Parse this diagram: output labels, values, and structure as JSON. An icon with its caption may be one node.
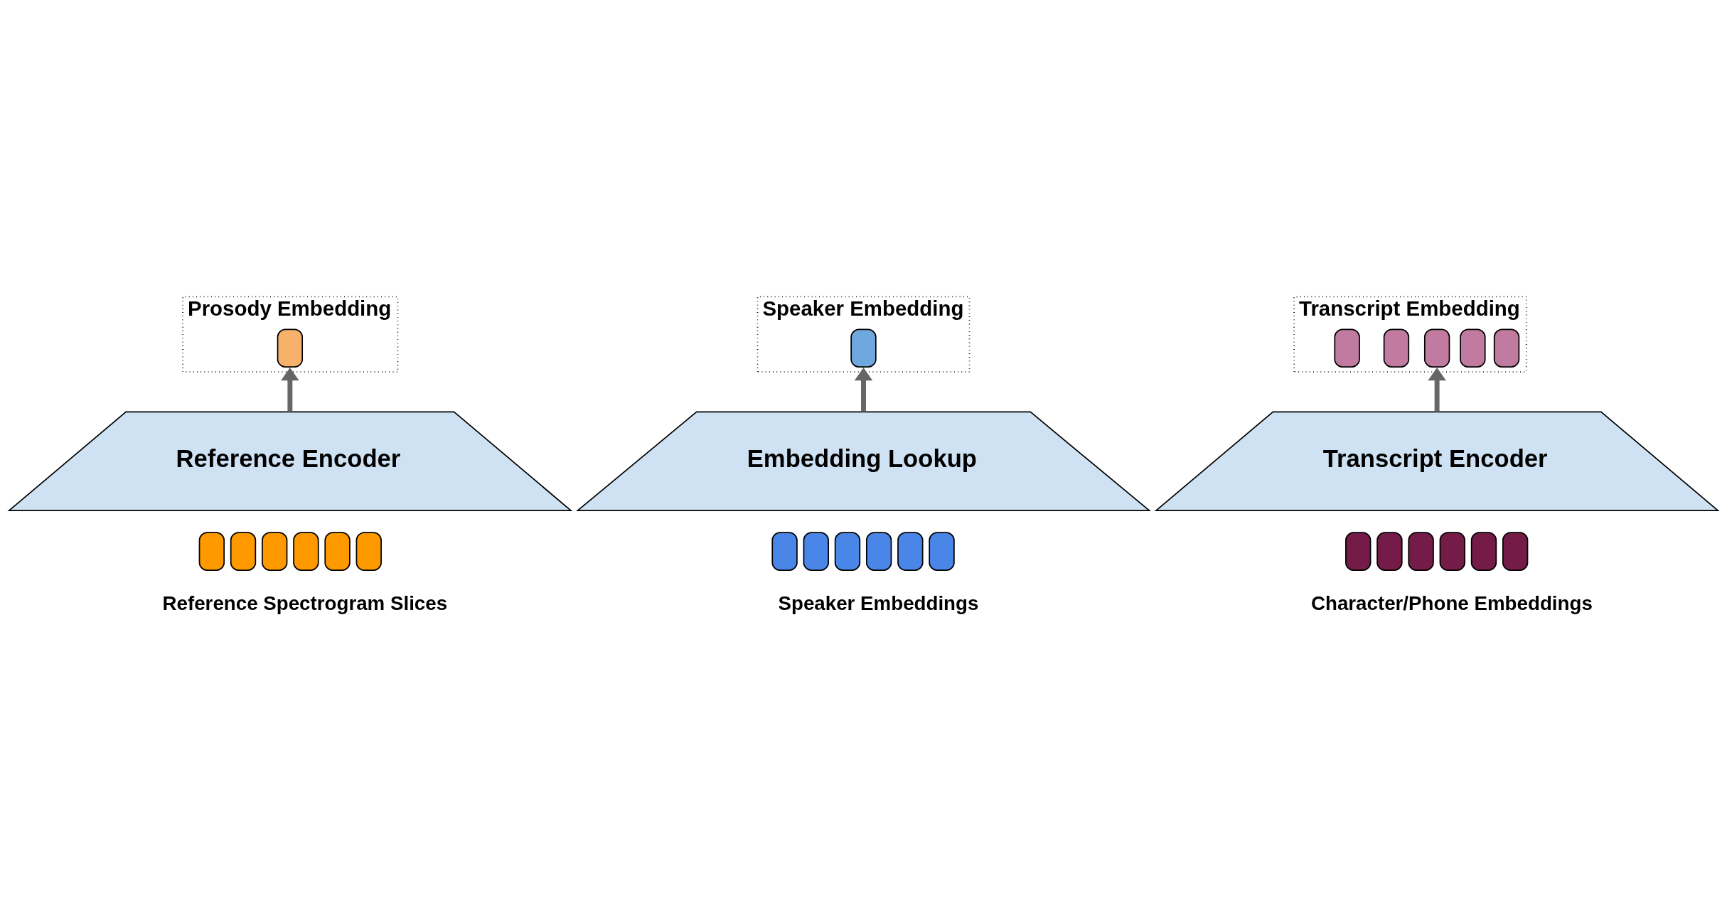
{
  "diagram": {
    "nodes": [
      {
        "text": [
          "Prosody Embedding"
        ]
      },
      {
        "text": [],
        "shape": "box",
        "in": 0
      },
      {
        "text": [
          "Reference Encoder"
        ]
      },
      {
        "text": [],
        "shape": "box"
      },
      {
        "text": [],
        "shape": "box"
      },
      {
        "text": [],
        "shape": "box"
      },
      {
        "text": [],
        "shape": "box"
      },
      {
        "text": [],
        "shape": "box"
      },
      {
        "text": [],
        "shape": "box"
      },
      {
        "text": [
          "Speaker Embedding"
        ]
      },
      {
        "text": [],
        "shape": "box",
        "in": 9
      },
      {
        "text": [
          "Embedding Lookup"
        ]
      },
      {
        "text": [],
        "shape": "box"
      },
      {
        "text": [],
        "shape": "box"
      },
      {
        "text": [],
        "shape": "box"
      },
      {
        "text": [],
        "shape": "box"
      },
      {
        "text": [],
        "shape": "box"
      },
      {
        "text": [],
        "shape": "box"
      },
      {
        "text": [
          "Transcript Embedding"
        ]
      },
      {
        "text": [],
        "shape": "box",
        "in": 18
      },
      {
        "text": [],
        "shape": "box",
        "in": 18
      },
      {
        "text": [],
        "shape": "box",
        "in": 18
      },
      {
        "text": [],
        "shape": "box",
        "in": 18
      },
      {
        "text": [],
        "shape": "box",
        "in": 18
      },
      {
        "text": [
          "Transcript Encoder"
        ]
      },
      {
        "text": [],
        "shape": "box"
      },
      {
        "text": [],
        "shape": "box"
      },
      {
        "text": [],
        "shape": "box"
      },
      {
        "text": [],
        "shape": "box"
      },
      {
        "text": [],
        "shape": "box"
      },
      {
        "text": [],
        "shape": "box"
      }
    ],
    "edges": [
      {
        "from": 2,
        "to": 0,
        "arrow": "to"
      },
      {
        "from": 11,
        "to": 9,
        "arrow": "to"
      },
      {
        "from": 24,
        "to": 18,
        "arrow": "to"
      }
    ],
    "labels": [
      "Reference Spectrogram Slices",
      "Speaker Embeddings",
      "Character/Phone Embeddings"
    ]
  }
}
